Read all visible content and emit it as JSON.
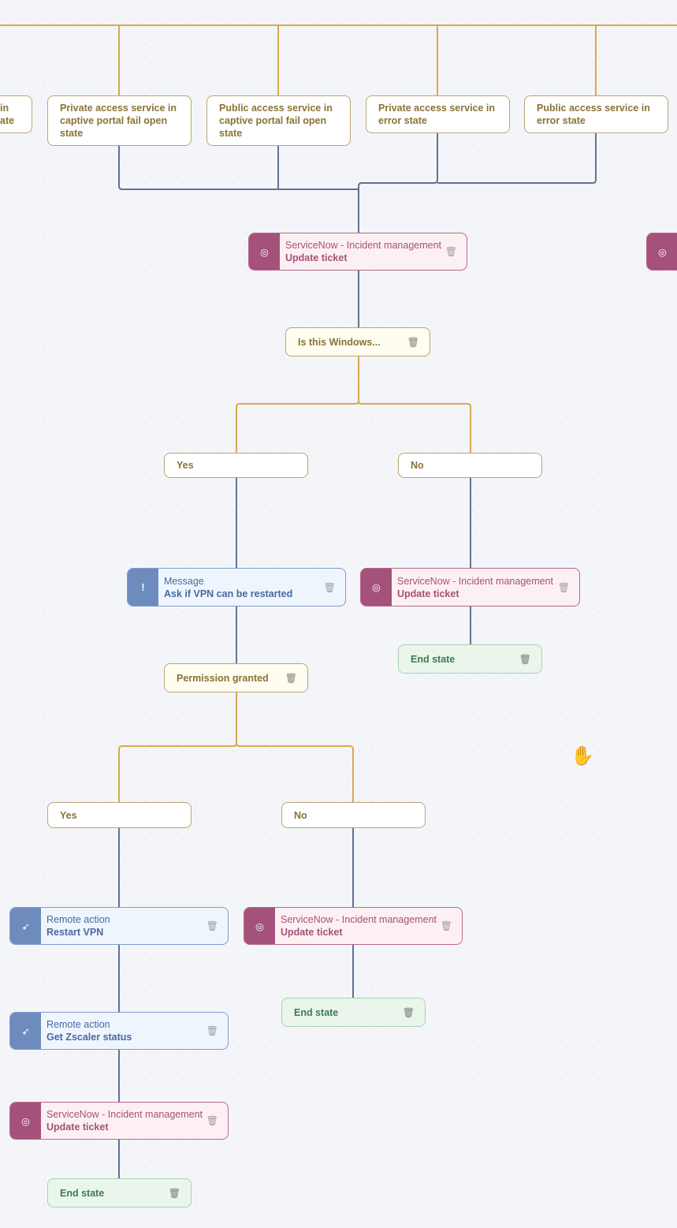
{
  "colors": {
    "trigger_wire": "#d9a94f",
    "flow_wire": "#5f7394",
    "servicenow": "#a4527a",
    "message": "#6e8bbd",
    "condition": "#8a7335",
    "end": "#3f7a4f"
  },
  "nodes": [
    {
      "type": "cond",
      "lines": [
        "in",
        "ate"
      ]
    },
    {
      "type": "cond",
      "lines": [
        "Private access service in",
        "captive portal fail open",
        "state"
      ]
    },
    {
      "type": "cond",
      "lines": [
        "Public access service in",
        "captive portal fail open",
        "state"
      ]
    },
    {
      "type": "cond",
      "lines": [
        "Private access service in",
        "error state"
      ]
    },
    {
      "type": "cond",
      "lines": [
        "Public access service in",
        "error state"
      ]
    },
    {
      "type": "pink",
      "icon": "servicenow-icon",
      "sub": "ServiceNow - Incident management",
      "title": "Update ticket"
    },
    {
      "type": "pink",
      "icon": "servicenow-icon",
      "sub": "",
      "title": ""
    },
    {
      "type": "cond",
      "tinted": true,
      "lines": [
        "Is this Windows..."
      ],
      "trash": true
    },
    {
      "type": "cond",
      "lines": [
        "Yes"
      ]
    },
    {
      "type": "cond",
      "lines": [
        "No"
      ]
    },
    {
      "type": "blue",
      "icon": "message-icon",
      "sub": "Message",
      "title": "Ask if VPN can be restarted"
    },
    {
      "type": "pink",
      "icon": "servicenow-icon",
      "sub": "ServiceNow - Incident management",
      "title": "Update ticket"
    },
    {
      "type": "end",
      "lines": [
        "End state"
      ],
      "trash": true
    },
    {
      "type": "cond",
      "tinted": true,
      "lines": [
        "Permission granted"
      ],
      "trash": true
    },
    {
      "type": "cond",
      "lines": [
        "Yes"
      ]
    },
    {
      "type": "cond",
      "lines": [
        "No"
      ]
    },
    {
      "type": "blue",
      "icon": "rocket-icon",
      "sub": "Remote action",
      "title": "Restart VPN"
    },
    {
      "type": "pink",
      "icon": "servicenow-icon",
      "sub": "ServiceNow - Incident management",
      "title": "Update ticket"
    },
    {
      "type": "end",
      "lines": [
        "End state"
      ],
      "trash": true
    },
    {
      "type": "blue",
      "icon": "rocket-icon",
      "sub": "Remote action",
      "title": "Get Zscaler status"
    },
    {
      "type": "pink",
      "icon": "servicenow-icon",
      "sub": "ServiceNow - Incident management",
      "title": "Update ticket"
    },
    {
      "type": "end",
      "lines": [
        "End state"
      ],
      "trash": true
    }
  ],
  "icons": {
    "trash": "🗑",
    "servicenow": "◎",
    "message": "!",
    "rocket": "➶",
    "cursor": "✋"
  }
}
